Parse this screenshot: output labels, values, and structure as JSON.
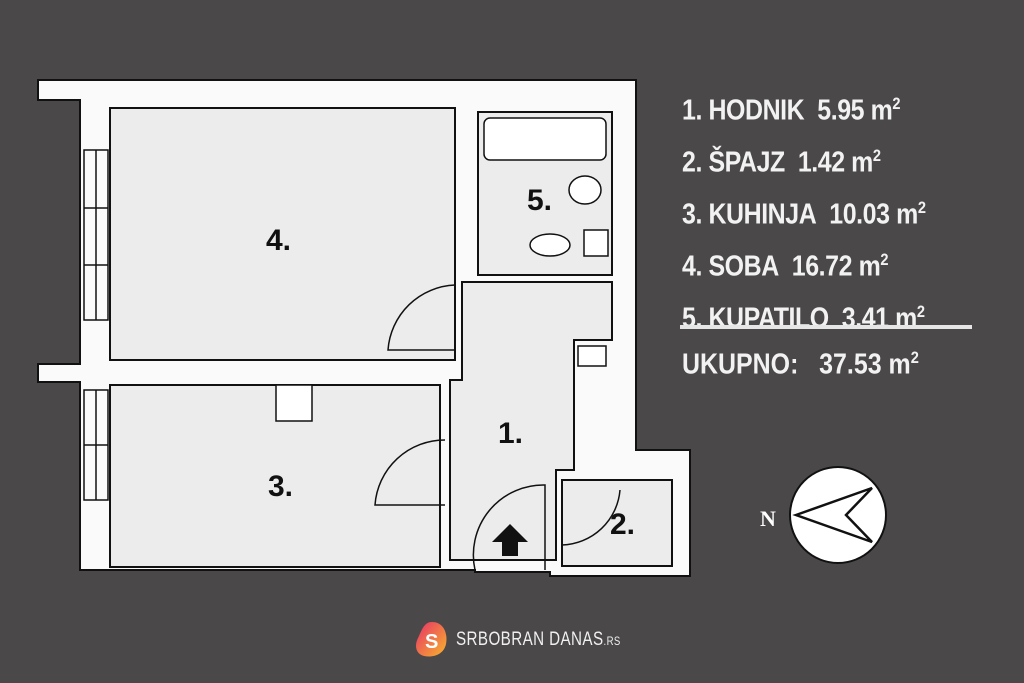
{
  "rooms": [
    {
      "number": "1.",
      "name": "HODNIK",
      "area": "5.95",
      "unit": "m",
      "exp": "2"
    },
    {
      "number": "2.",
      "name": "ŠPAJZ",
      "area": "1.42",
      "unit": "m",
      "exp": "2"
    },
    {
      "number": "3.",
      "name": "KUHINJA",
      "area": "10.03",
      "unit": "m",
      "exp": "2"
    },
    {
      "number": "4.",
      "name": "SOBA",
      "area": "16.72",
      "unit": "m",
      "exp": "2"
    },
    {
      "number": "5.",
      "name": "KUPATILO",
      "area": "3.41",
      "unit": "m",
      "exp": "2"
    }
  ],
  "total": {
    "label": "UKUPNO:",
    "area": "37.53",
    "unit": "m",
    "exp": "2"
  },
  "compass": {
    "label": "N"
  },
  "logo": {
    "letter": "S",
    "name": "SRBOBRAN DANAS",
    "tld": ".RS"
  },
  "colors": {
    "background": "#4a4849",
    "text": "#f2f2f2",
    "logo_gradient_start": "#e8306a",
    "logo_gradient_end": "#f7b52a"
  }
}
